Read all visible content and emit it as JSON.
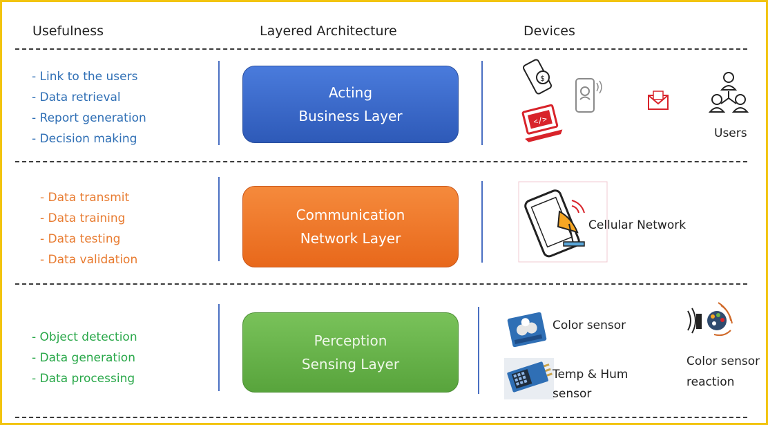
{
  "headers": {
    "usefulness": "Usefulness",
    "architecture": "Layered Architecture",
    "devices": "Devices"
  },
  "colors": {
    "frame": "#f2c40f",
    "acting": "#3a6bcc",
    "communication": "#ee7826",
    "perception": "#6ab34b",
    "acting_text": "#2f6fb5",
    "communication_text": "#e87b30",
    "perception_text": "#2aa84a"
  },
  "layers": [
    {
      "name_line1": "Acting",
      "name_line2": "Business Layer",
      "usefulness": [
        "- Link to the users",
        "- Data retrieval",
        "- Report generation",
        "- Decision making"
      ],
      "device_icons": [
        "mobile-payment-icon",
        "smartphone-contact-icon",
        "email-icon",
        "laptop-code-icon",
        "users-network-icon"
      ],
      "device_labels": [
        "Users"
      ]
    },
    {
      "name_line1": "Communication",
      "name_line2": "Network Layer",
      "usefulness": [
        "- Data transmit",
        "- Data training",
        "- Data testing",
        "- Data validation"
      ],
      "device_icons": [
        "cellular-phone-antenna-icon"
      ],
      "device_labels": [
        "Cellular Network"
      ]
    },
    {
      "name_line1": "Perception",
      "name_line2": "Sensing Layer",
      "usefulness": [
        "- Object detection",
        "- Data generation",
        "- Data processing"
      ],
      "device_icons": [
        "color-sensor-board-icon",
        "temp-hum-sensor-icon",
        "color-sensor-reaction-icon"
      ],
      "device_labels": [
        "Color sensor",
        "Temp & Hum",
        "sensor",
        "Color sensor",
        "reaction"
      ]
    }
  ]
}
